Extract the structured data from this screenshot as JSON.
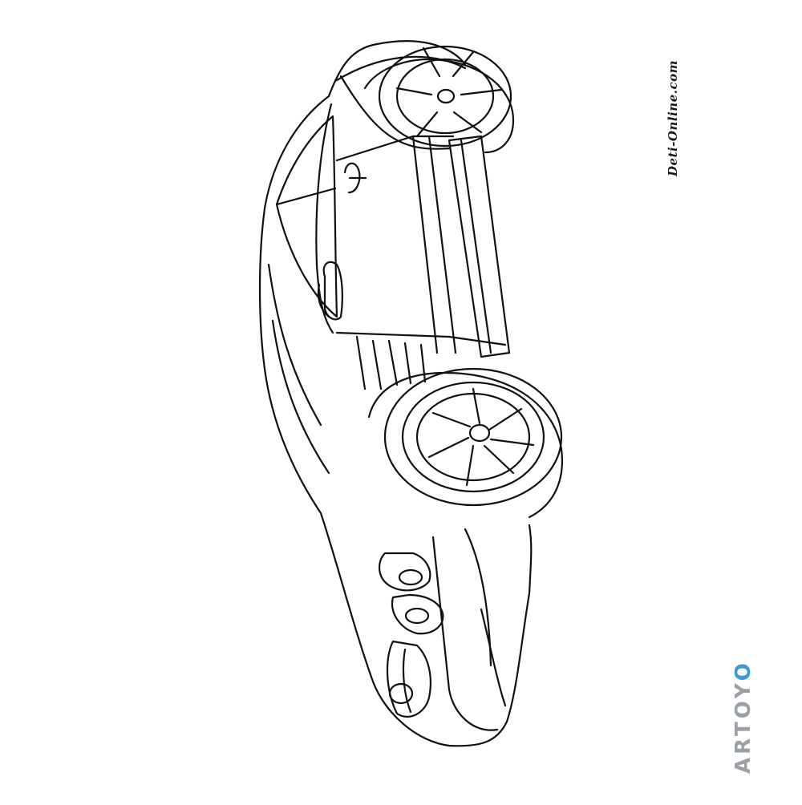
{
  "image": {
    "subject": "car-line-art",
    "background": "#ffffff",
    "stroke_color": "#111111"
  },
  "watermarks": {
    "site": "Deti-Online.com",
    "brand_prefix": "ARTOY",
    "brand_suffix": "O",
    "brand_color": "#9aa0a6",
    "brand_accent_color": "#3a9ad9"
  }
}
